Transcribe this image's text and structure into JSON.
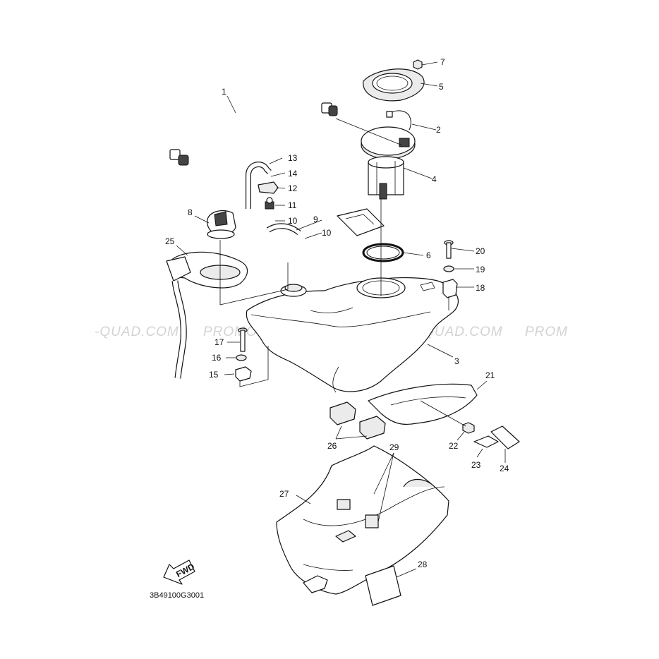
{
  "diagram": {
    "part_code": "3B49100G3001",
    "fwd_label": "FWD",
    "watermark": "PROMO-QUAD.COM",
    "watermark_left": "-QUAD.COM",
    "watermark_right": "PROM",
    "callouts": {
      "c1": "1",
      "c2": "2",
      "c3": "3",
      "c4": "4",
      "c5": "5",
      "c6": "6",
      "c7": "7",
      "c8": "8",
      "c9": "9",
      "c10a": "10",
      "c10b": "10",
      "c11": "11",
      "c12": "12",
      "c13": "13",
      "c14": "14",
      "c15": "15",
      "c16": "16",
      "c17": "17",
      "c18": "18",
      "c19": "19",
      "c20": "20",
      "c21": "21",
      "c22": "22",
      "c23": "23",
      "c24": "24",
      "c25": "25",
      "c26": "26",
      "c27": "27",
      "c28": "28",
      "c29": "29"
    }
  }
}
